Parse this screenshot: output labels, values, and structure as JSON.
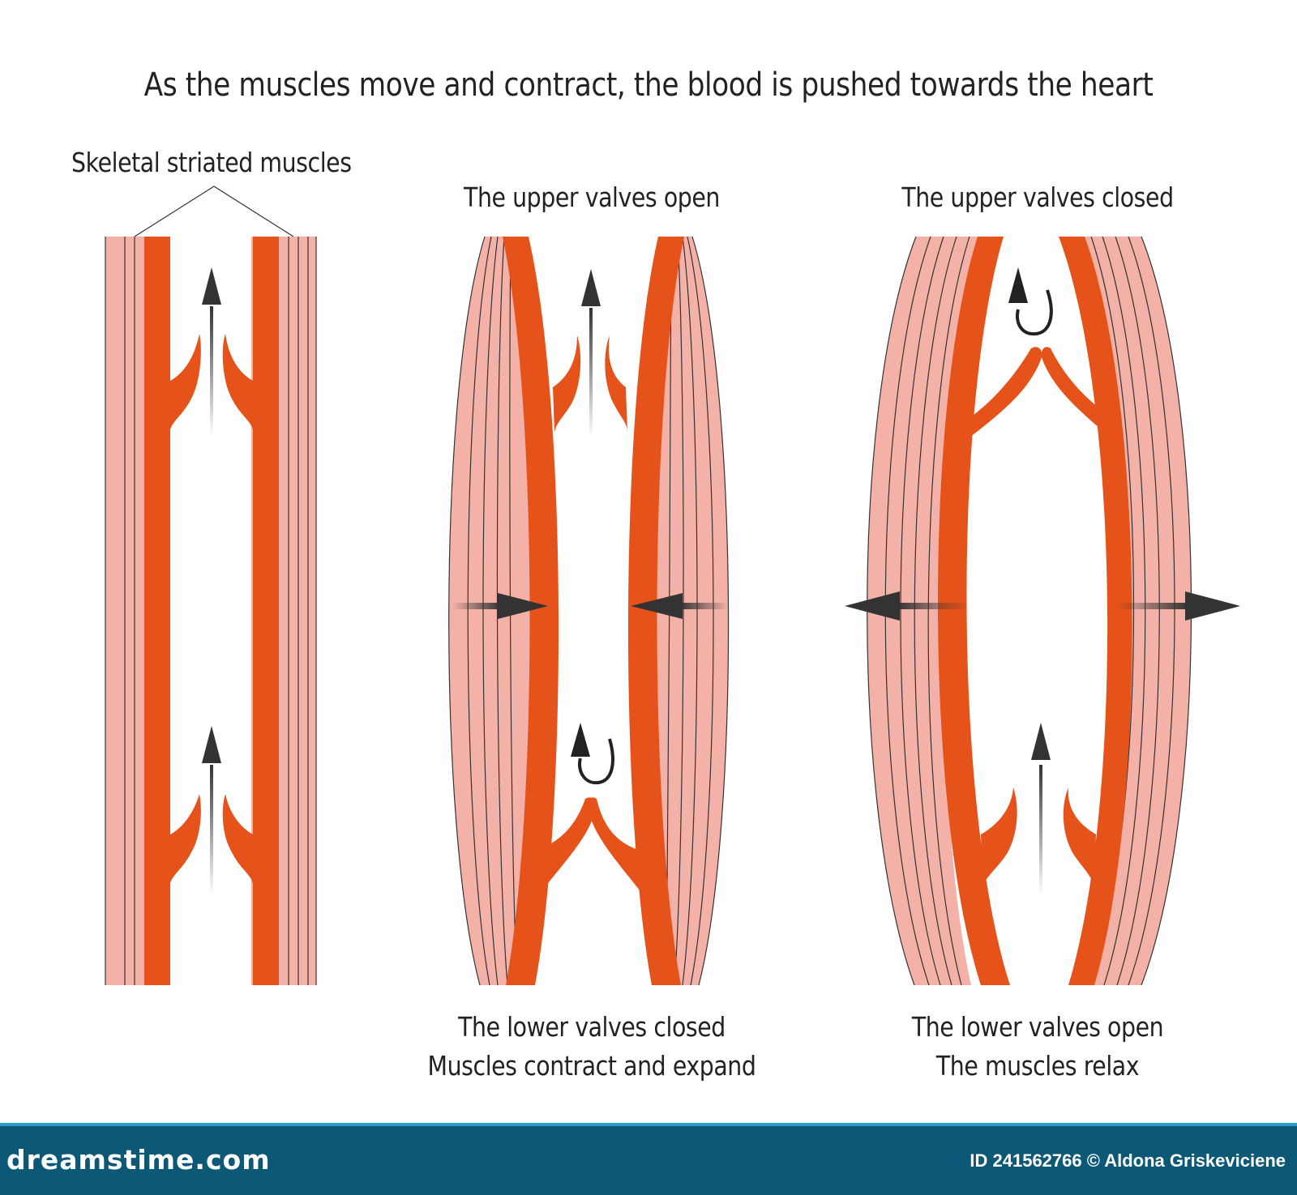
{
  "title": "As the muscles move and contract, the blood is pushed towards the heart",
  "panels": [
    {
      "top_label": "Skeletal striated muscles",
      "bottom_lines": []
    },
    {
      "top_label": "The upper valves open",
      "bottom_lines": [
        "The lower valves closed",
        "Muscles contract and expand"
      ]
    },
    {
      "top_label": "The upper valves closed",
      "bottom_lines": [
        "The lower valves open",
        "The muscles relax"
      ]
    }
  ],
  "footer": {
    "brand": "dreamstime.com",
    "credit": "ID 241562766 © Aldona Griskeviciene"
  },
  "colors": {
    "muscle": "#f4b1a7",
    "vein": "#e5531a",
    "fiber_line": "#333333",
    "arrow": "#333333",
    "footer_bg": "#0b5877"
  }
}
